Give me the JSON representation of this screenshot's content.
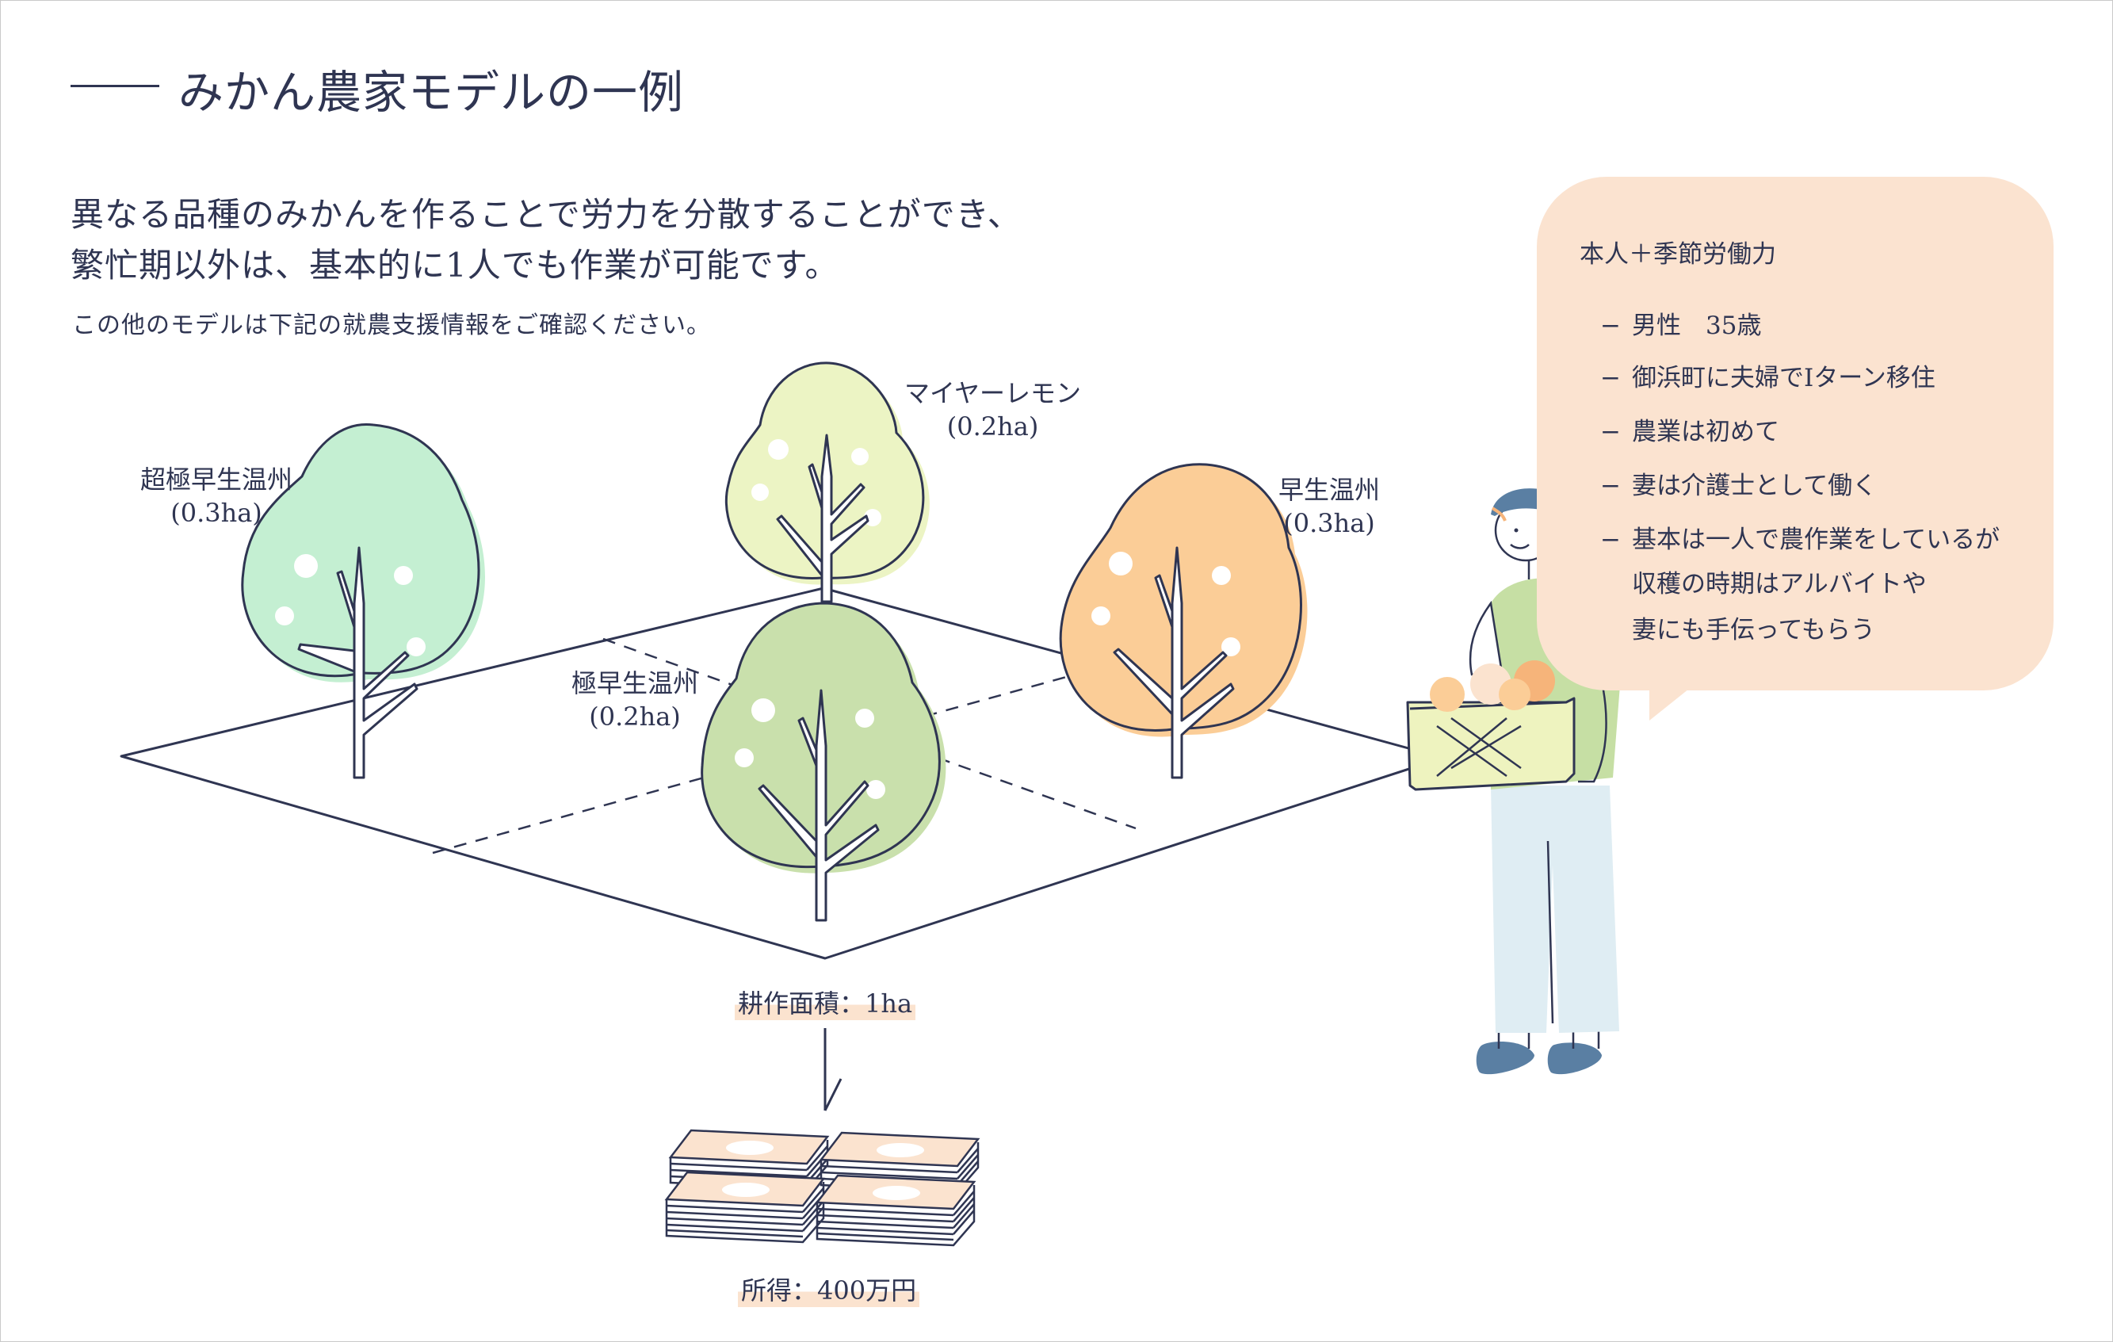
{
  "title": "みかん農家モデルの一例",
  "lead_line_1": "異なる品種のみかんを作ることで労力を分散することができ、",
  "lead_line_2": "繁忙期以外は、基本的に1人でも作業が可能です。",
  "note": "この他のモデルは下記の就農支援情報をご確認ください。",
  "trees": [
    {
      "name": "超極早生温州",
      "area": "(0.3ha)",
      "color": "#c4efd2"
    },
    {
      "name": "マイヤーレモン",
      "area": "(0.2ha)",
      "color": "#ecf4c4"
    },
    {
      "name": "早生温州",
      "area": "(0.3ha)",
      "color": "#fbcd97"
    },
    {
      "name": "極早生温州",
      "area": "(0.2ha)",
      "color": "#c9e0ac"
    }
  ],
  "area_label": "耕作面積：1ha",
  "income_label": "所得：400万円",
  "profile": {
    "heading": "本人＋季節労働力",
    "items": [
      "男性　35歳",
      "御浜町に夫婦でIターン移住",
      "農業は初めて",
      "妻は介護士として働く",
      "基本は一人で農作業をしているが"
    ],
    "continuation": [
      "収穫の時期はアルバイトや",
      "妻にも手伝ってもらう"
    ],
    "bubble_color": "#fbe3d0"
  },
  "colors": {
    "ink": "#2f3552",
    "highlight": "#fbe3cf",
    "cap": "#5a7fa3",
    "shirt": "#c6dfa4",
    "pants": "#dfedf3",
    "crate": "#eef3bf"
  }
}
